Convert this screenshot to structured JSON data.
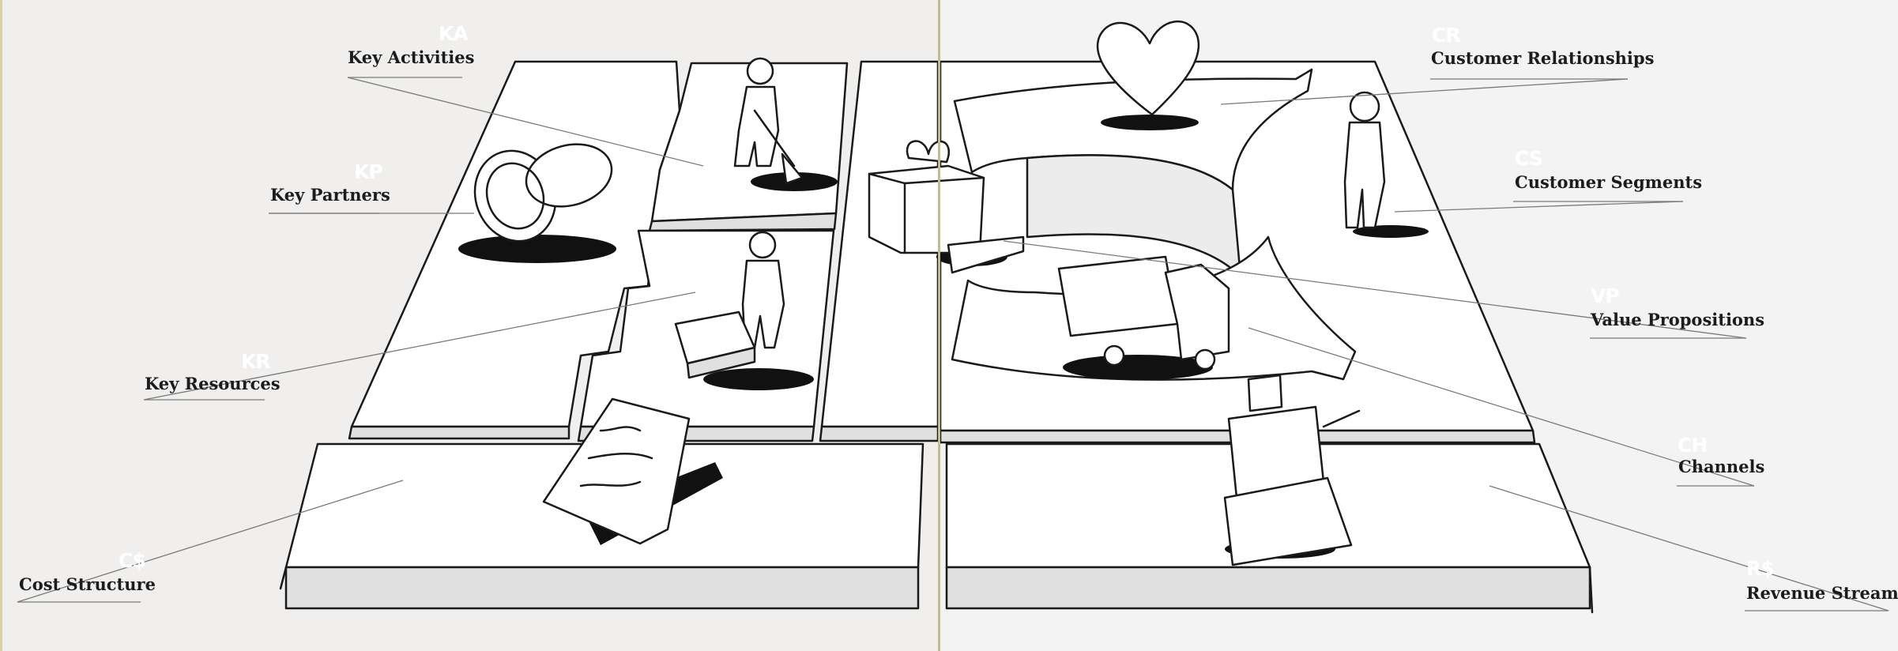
{
  "blocks": [
    {
      "id": "ka",
      "abbr": "KA",
      "label": "Key Activities"
    },
    {
      "id": "kp",
      "abbr": "KP",
      "label": "Key Partners"
    },
    {
      "id": "kr",
      "abbr": "KR",
      "label": "Key Resources"
    },
    {
      "id": "cs-cost",
      "abbr": "C$",
      "label": "Cost Structure"
    },
    {
      "id": "cr",
      "abbr": "CR",
      "label": "Customer Relationships"
    },
    {
      "id": "cs",
      "abbr": "CS",
      "label": "Customer Segments"
    },
    {
      "id": "vp",
      "abbr": "VP",
      "label": "Value Propositions"
    },
    {
      "id": "ch",
      "abbr": "CH",
      "label": "Channels"
    },
    {
      "id": "rs",
      "abbr": "R$",
      "label": "Revenue Streams"
    }
  ],
  "colors": {
    "background": "#f0efee",
    "board_top": "#ffffff",
    "board_side": "#e2e2e2",
    "ink": "#1a1a1a",
    "abbreviation": "#ffffff",
    "divider": "#c9b98f"
  },
  "icons": [
    "chain-links-icon",
    "digging-worker-icon",
    "person-with-machine-icon",
    "gift-box-icon",
    "heart-icon",
    "standing-person-icon",
    "delivery-truck-icon",
    "cash-register-icon",
    "invoice-document-icon"
  ]
}
